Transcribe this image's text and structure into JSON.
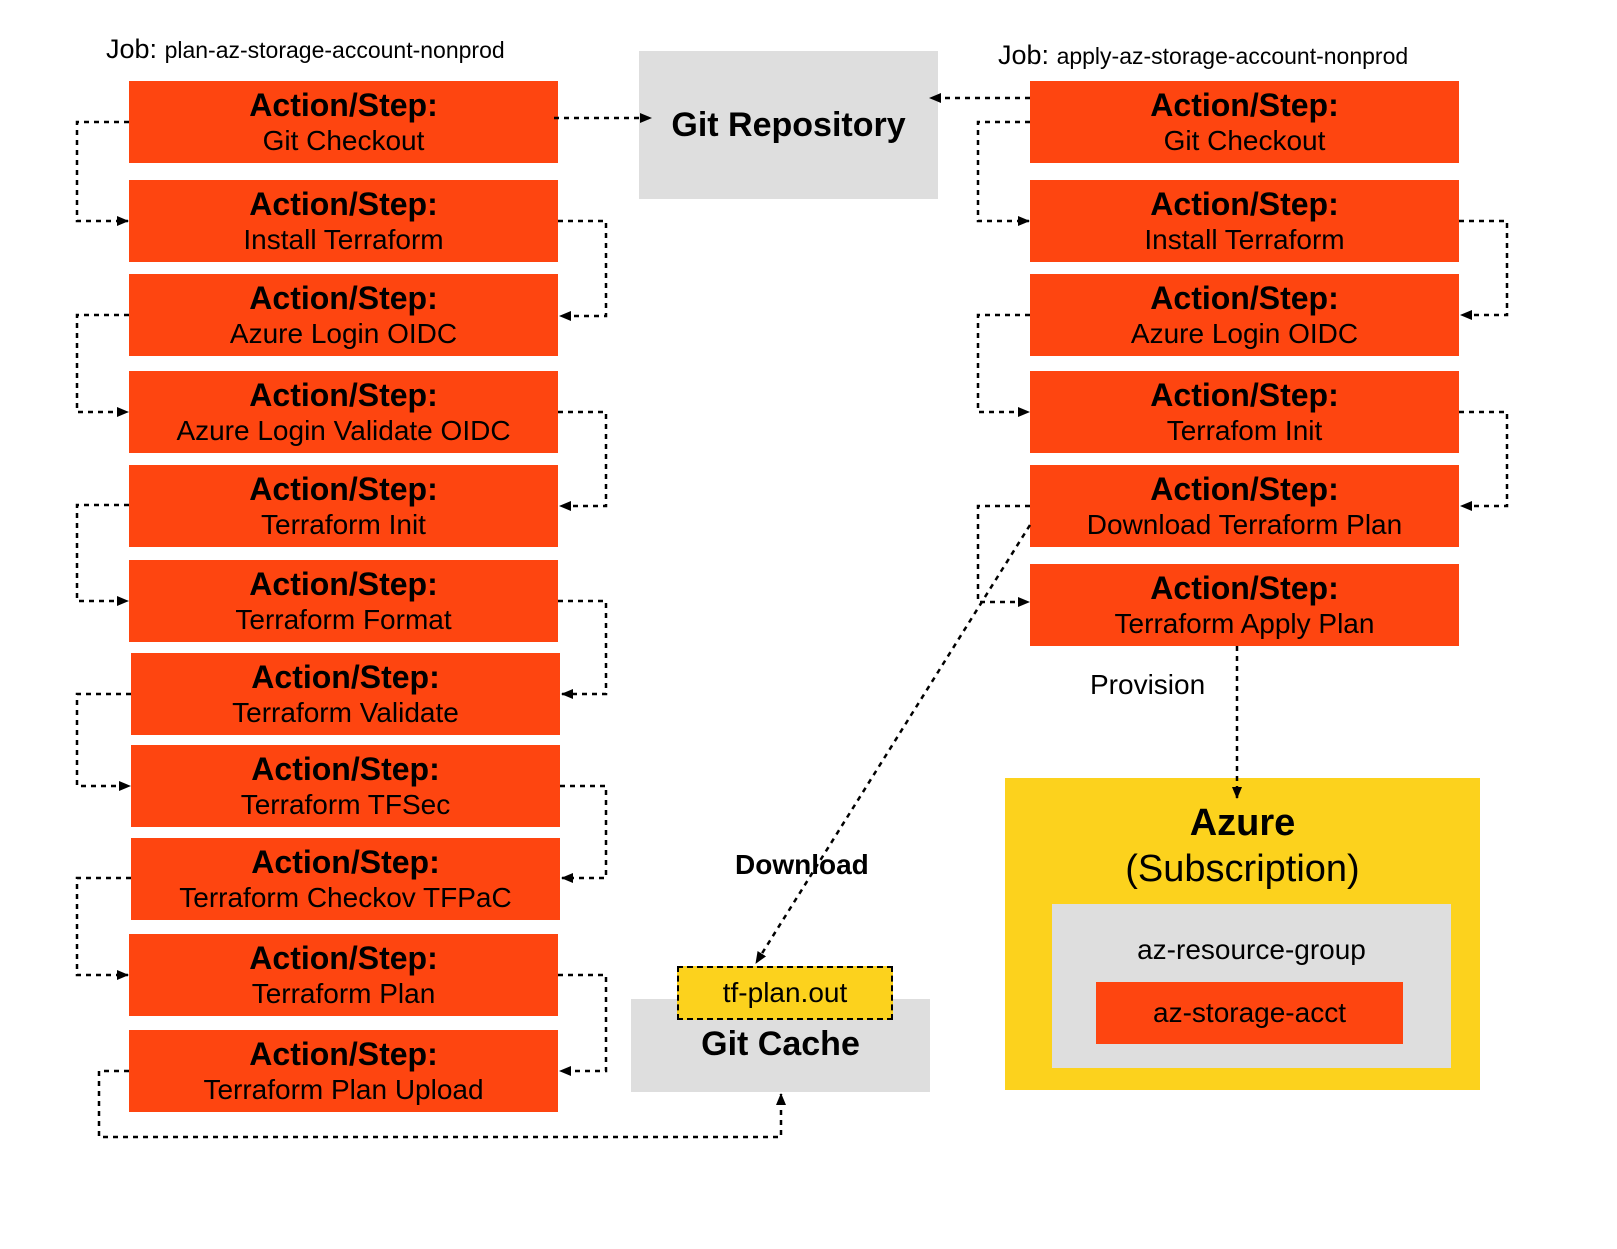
{
  "plan_job": {
    "prefix": "Job:",
    "name": "plan-az-storage-account-nonprod",
    "steps": [
      {
        "keyword": "Action/Step:",
        "name": "Git Checkout"
      },
      {
        "keyword": "Action/Step:",
        "name": "Install Terraform"
      },
      {
        "keyword": "Action/Step:",
        "name": "Azure Login OIDC"
      },
      {
        "keyword": "Action/Step:",
        "name": "Azure Login Validate OIDC"
      },
      {
        "keyword": "Action/Step:",
        "name": "Terraform Init"
      },
      {
        "keyword": "Action/Step:",
        "name": "Terraform Format"
      },
      {
        "keyword": "Action/Step:",
        "name": "Terraform Validate"
      },
      {
        "keyword": "Action/Step:",
        "name": "Terraform TFSec"
      },
      {
        "keyword": "Action/Step:",
        "name": "Terraform Checkov TFPaC"
      },
      {
        "keyword": "Action/Step:",
        "name": "Terraform Plan"
      },
      {
        "keyword": "Action/Step:",
        "name": "Terraform Plan Upload"
      }
    ]
  },
  "apply_job": {
    "prefix": "Job:",
    "name": "apply-az-storage-account-nonprod",
    "steps": [
      {
        "keyword": "Action/Step:",
        "name": "Git Checkout"
      },
      {
        "keyword": "Action/Step:",
        "name": "Install Terraform"
      },
      {
        "keyword": "Action/Step:",
        "name": "Azure Login OIDC"
      },
      {
        "keyword": "Action/Step:",
        "name": "Terrafom Init"
      },
      {
        "keyword": "Action/Step:",
        "name": "Download Terraform Plan"
      },
      {
        "keyword": "Action/Step:",
        "name": "Terraform Apply Plan"
      }
    ]
  },
  "git_repository": {
    "label": "Git Repository"
  },
  "git_cache": {
    "label": "Git Cache",
    "artifact": "tf-plan.out"
  },
  "azure": {
    "title": "Azure",
    "subtitle": "(Subscription)",
    "resource_group": "az-resource-group",
    "storage_account": "az-storage-acct"
  },
  "edges": {
    "provision": "Provision",
    "download": "Download"
  },
  "colors": {
    "step": "#fe4510",
    "azure": "#fcd21d",
    "artifact": "#fcd21d",
    "neutral": "#dedede"
  }
}
